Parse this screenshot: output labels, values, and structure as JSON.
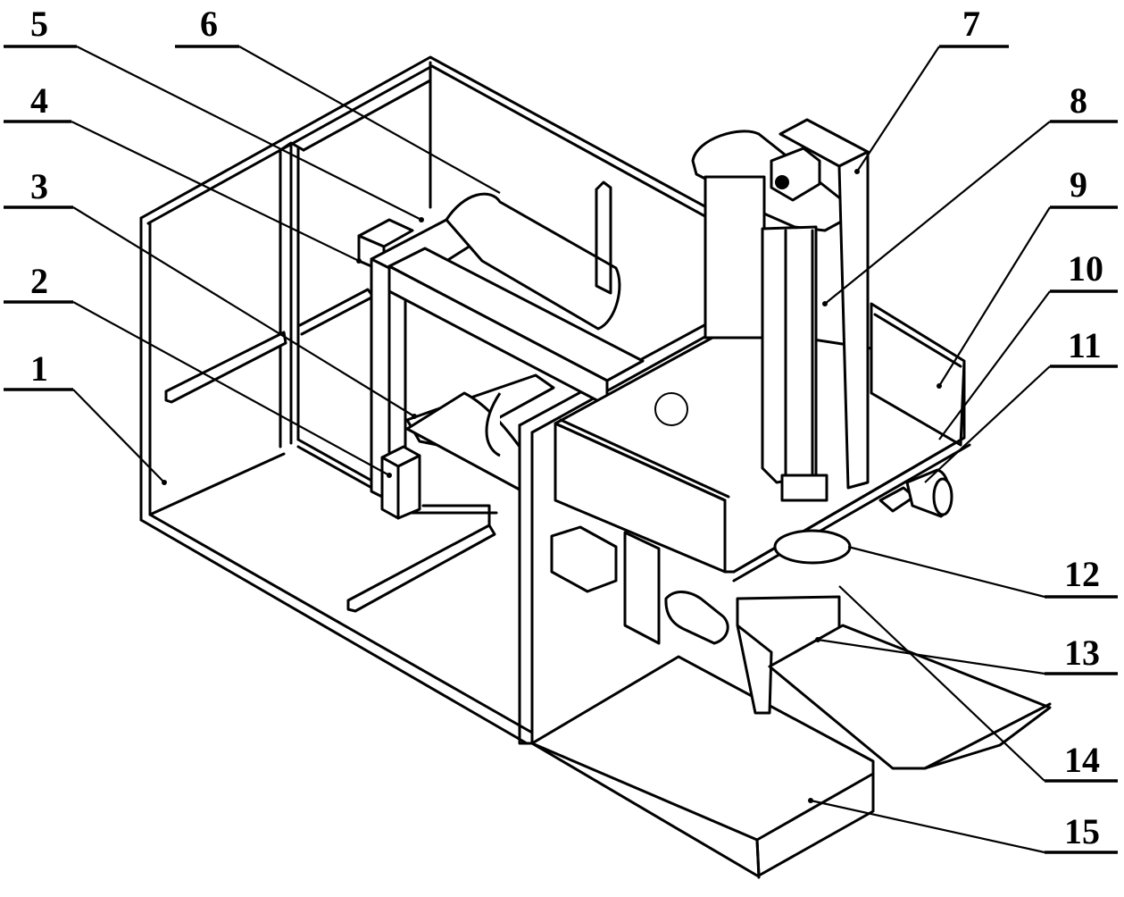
{
  "figure": {
    "type": "mechanical-patent-drawing",
    "line_color": "#000000",
    "background": "#ffffff"
  },
  "callouts": [
    {
      "id": "1",
      "label": "1"
    },
    {
      "id": "2",
      "label": "2"
    },
    {
      "id": "3",
      "label": "3"
    },
    {
      "id": "4",
      "label": "4"
    },
    {
      "id": "5",
      "label": "5"
    },
    {
      "id": "6",
      "label": "6"
    },
    {
      "id": "7",
      "label": "7"
    },
    {
      "id": "8",
      "label": "8"
    },
    {
      "id": "9",
      "label": "9"
    },
    {
      "id": "10",
      "label": "10"
    },
    {
      "id": "11",
      "label": "11"
    },
    {
      "id": "12",
      "label": "12"
    },
    {
      "id": "13",
      "label": "13"
    },
    {
      "id": "14",
      "label": "14"
    },
    {
      "id": "15",
      "label": "15"
    }
  ]
}
